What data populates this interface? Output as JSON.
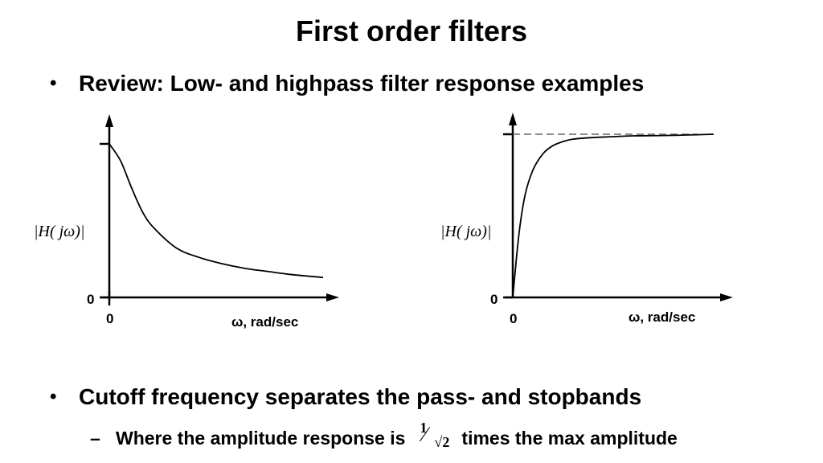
{
  "slide": {
    "title": "First order filters",
    "bullet1": "Review: Low- and highpass filter response examples",
    "bullet2": "Cutoff frequency separates the pass- and stopbands",
    "sub_dash": "–",
    "sub_prefix": "Where the amplitude response is",
    "sub_fraction": {
      "numerator": "1",
      "denominator": "2",
      "radical": "√"
    },
    "sub_suffix": "times the max amplitude",
    "bullet_symbol": "•"
  },
  "chart_data": [
    {
      "type": "line",
      "name": "lowpass",
      "ylabel": "|H( jω)|",
      "xlabel": "ω, rad/sec",
      "x_tick_label": "0",
      "y_tick_label": "0",
      "xlim": [
        0,
        10
      ],
      "ylim": [
        0,
        1.2
      ],
      "max_line": false,
      "series": [
        {
          "x": [
            0,
            0.5,
            1,
            1.5,
            2,
            3,
            4,
            5,
            6,
            7,
            8,
            9.5
          ],
          "y": [
            1.0,
            0.89,
            0.71,
            0.55,
            0.45,
            0.32,
            0.26,
            0.22,
            0.19,
            0.17,
            0.15,
            0.13
          ]
        }
      ]
    },
    {
      "type": "line",
      "name": "highpass",
      "ylabel": "|H( jω)|",
      "xlabel": "ω, rad/sec",
      "x_tick_label": "0",
      "y_tick_label": "0",
      "xlim": [
        0,
        10
      ],
      "ylim": [
        0,
        1.2
      ],
      "max_line": true,
      "series": [
        {
          "x": [
            0,
            0.3,
            0.6,
            1,
            1.5,
            2,
            2.5,
            3,
            4,
            5,
            6,
            8,
            10
          ],
          "y": [
            0,
            0.38,
            0.62,
            0.78,
            0.88,
            0.93,
            0.955,
            0.97,
            0.98,
            0.985,
            0.99,
            0.993,
            1.0
          ]
        }
      ]
    }
  ]
}
